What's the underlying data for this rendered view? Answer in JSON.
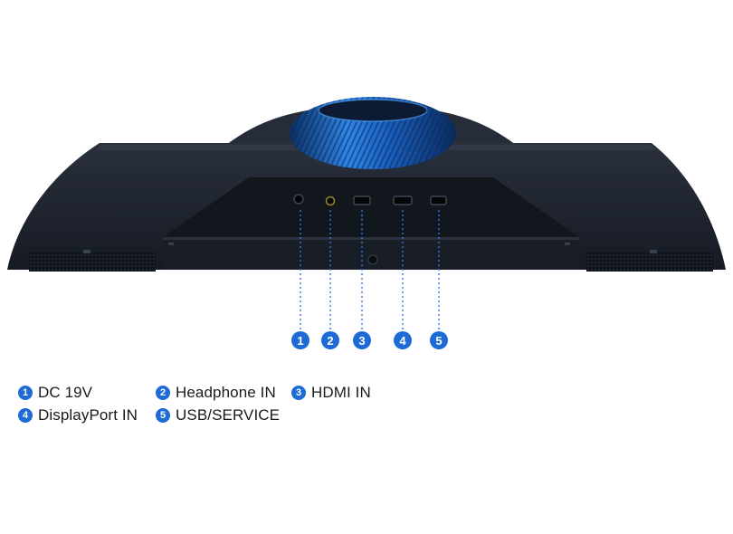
{
  "ports": [
    {
      "number": "1",
      "label": "DC 19V"
    },
    {
      "number": "2",
      "label": "Headphone IN"
    },
    {
      "number": "3",
      "label": "HDMI IN"
    },
    {
      "number": "4",
      "label": "DisplayPort IN"
    },
    {
      "number": "5",
      "label": "USB/SERVICE"
    }
  ],
  "colors": {
    "accent": "#1e6bd6",
    "monitor_body": "#1f2531",
    "stand_ring": "#2e7de0"
  }
}
